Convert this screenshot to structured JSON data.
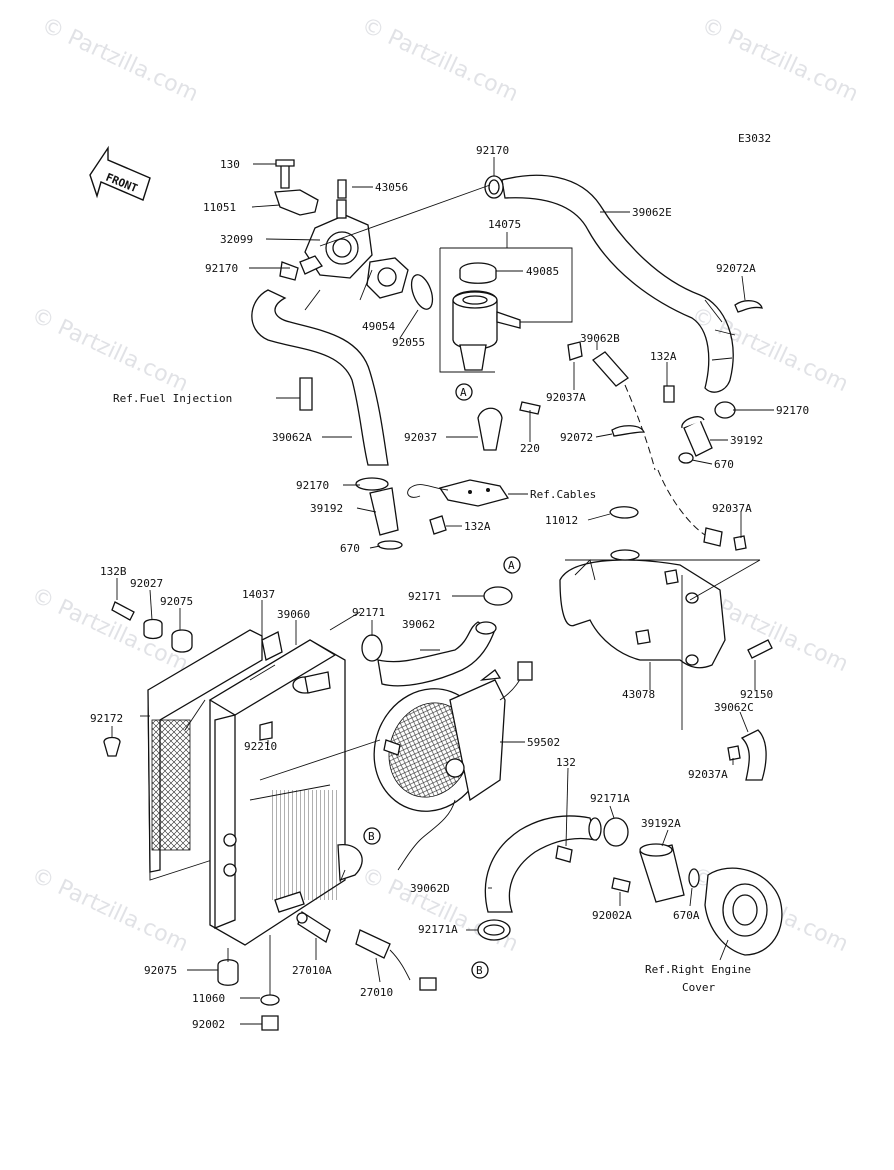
{
  "diagram_code": "E3032",
  "front_label": "FRONT",
  "watermark": "© Partzilla.com",
  "callout_letters": {
    "a": "A",
    "b": "B"
  },
  "labels": {
    "p130": "130",
    "p43056": "43056",
    "p11051": "11051",
    "p32099": "32099",
    "p92170a": "92170",
    "p92170b": "92170",
    "p92170c": "92170",
    "p92170d": "92170",
    "p14075": "14075",
    "p49085": "49085",
    "p39062e": "39062E",
    "p92072a": "92072A",
    "p49054": "49054",
    "p92055": "92055",
    "p39062b": "39062B",
    "p132a_top": "132A",
    "p92037a_top": "92037A",
    "p39192_top": "39192",
    "p670_top": "670",
    "ref_fuel": "Ref.Fuel Injection",
    "p39062a": "39062A",
    "p92037": "92037",
    "p220": "220",
    "p92072": "92072",
    "ref_cables": "Ref.Cables",
    "p39192_mid": "39192",
    "p132a_mid": "132A",
    "p670_mid": "670",
    "p11012": "11012",
    "p92037a_right": "92037A",
    "p132b": "132B",
    "p92027": "92027",
    "p92075_top": "92075",
    "p14037": "14037",
    "p39060": "39060",
    "p92171_top": "92171",
    "p92171_mid": "92171",
    "p39062": "39062",
    "p43078": "43078",
    "p92150": "92150",
    "p39062c": "39062C",
    "p92037a_low": "92037A",
    "p92172": "92172",
    "p59502": "59502",
    "p92210": "92210",
    "p132": "132",
    "p92171a_top": "92171A",
    "p39192a": "39192A",
    "p39062d": "39062D",
    "p92002a": "92002A",
    "p670a": "670A",
    "p92171a_low": "92171A",
    "ref_right_engine_1": "Ref.Right Engine",
    "ref_right_engine_2": "Cover",
    "p92075_low": "92075",
    "p27010a": "27010A",
    "p27010": "27010",
    "p11060": "11060",
    "p92002": "92002"
  }
}
